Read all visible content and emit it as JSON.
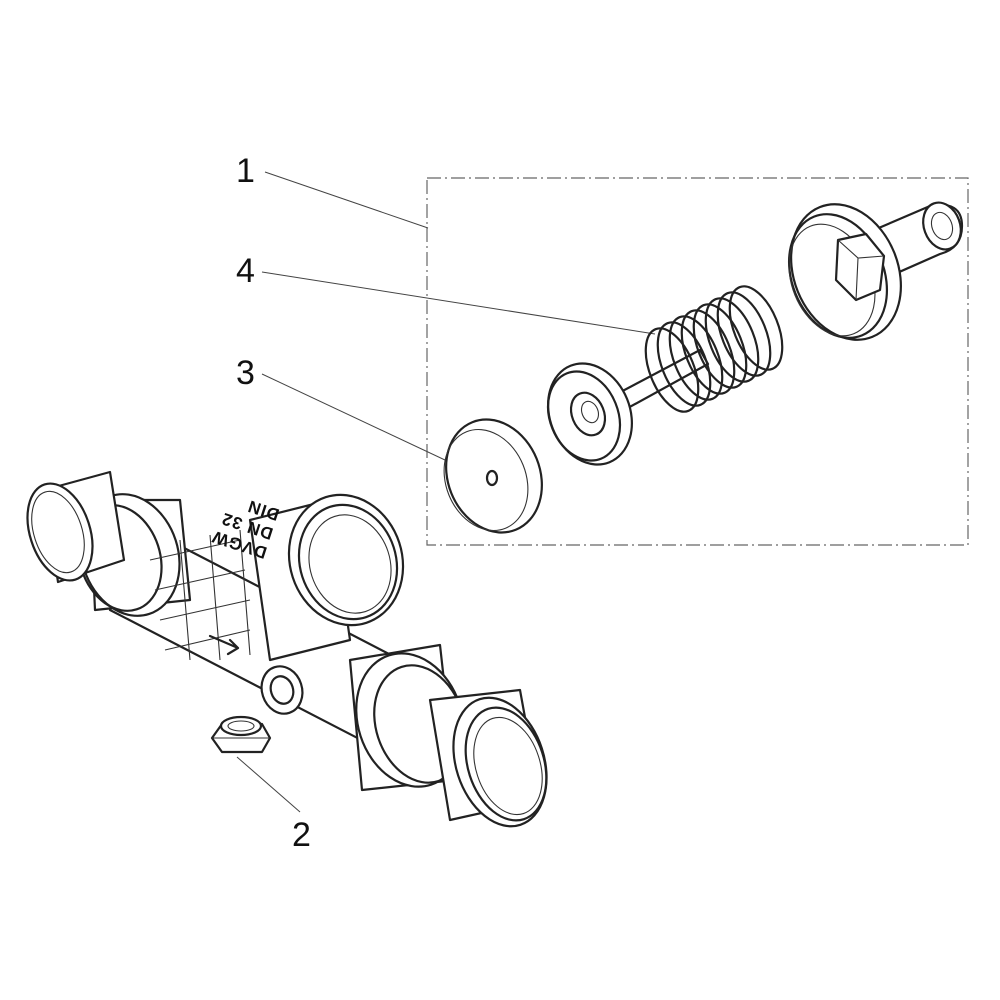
{
  "callouts": {
    "c1": "1",
    "c2": "2",
    "c3": "3",
    "c4": "4"
  },
  "valve_marking": {
    "line1": "DVGW",
    "line2": "DN 32",
    "line3": "DIN"
  }
}
